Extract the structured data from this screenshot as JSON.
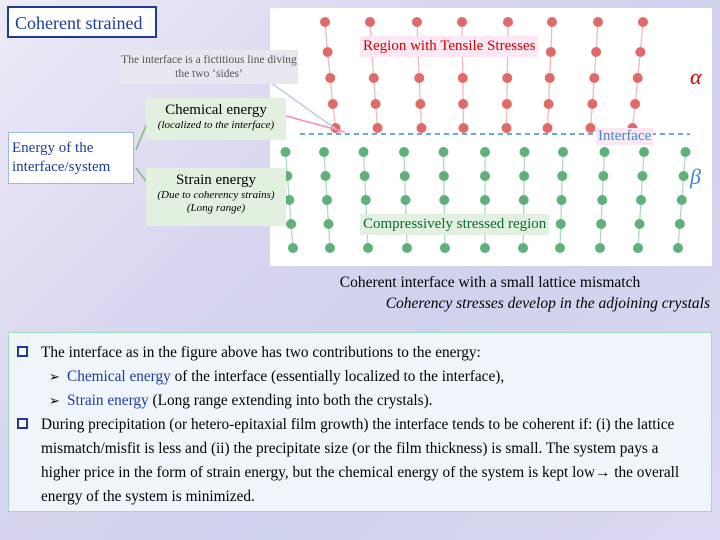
{
  "title": "Coherent strained",
  "note": "The interface is a fictitious line diving the two ‘sides’",
  "energy_box": "Energy of the interface/system",
  "chemical": {
    "label": "Chemical energy",
    "sub": "(localized to the interface)"
  },
  "strain": {
    "label": "Strain energy",
    "sub1": "(Due to coherency strains)",
    "sub2": "(Long range)"
  },
  "figure": {
    "tensile_label": "Region with Tensile Stresses",
    "compressive_label": "Compressively stressed region",
    "interface_label": "Interface",
    "alpha": "α",
    "beta": "β",
    "colors": {
      "alpha_atom": "#e06a6a",
      "beta_atom": "#5fb07a",
      "interface_line": "#3a8ad0"
    }
  },
  "caption1": "Coherent interface with a small lattice mismatch",
  "caption2": "Coherency stresses develop in the adjoining crystals",
  "body": {
    "p1": "The interface as in the figure above has two contributions to the energy:",
    "s1_hl": "Chemical energy",
    "s1_rest": " of the interface (essentially localized to the interface),",
    "s2_hl": "Strain energy",
    "s2_rest": " (Long range extending into both the crystals).",
    "p2": "During precipitation (or hetero-epitaxial film growth) the interface tends to be coherent if: (i) the lattice mismatch/misfit is less and (ii) the precipitate size (or the film thickness) is small. The system pays a higher price in the form of strain energy, but the chemical energy of the system is kept low→ the overall energy of the system is minimized."
  }
}
